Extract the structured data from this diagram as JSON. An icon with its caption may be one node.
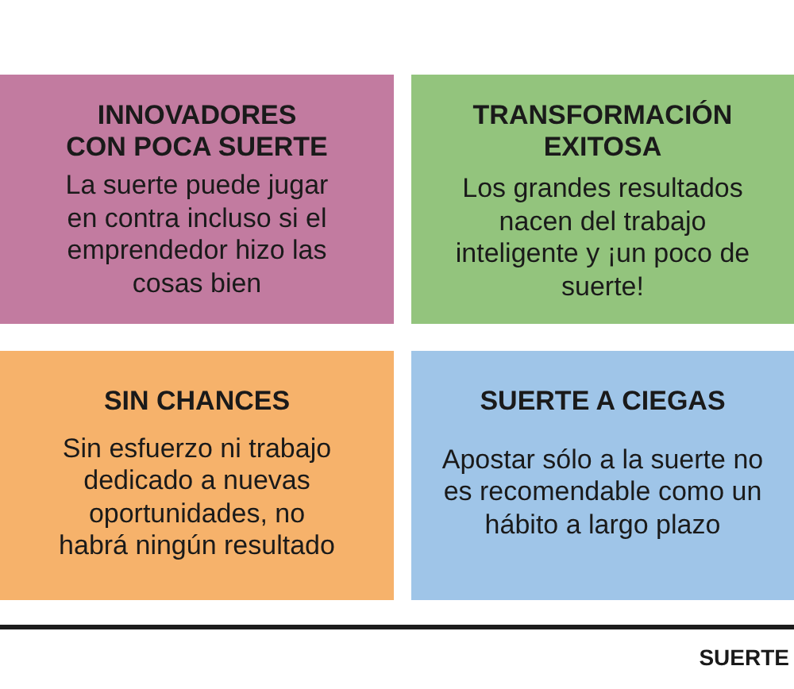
{
  "diagram": {
    "nodes": [
      {
        "text": [
          "INNOVADORES CON POCA SUERTE",
          "La suerte puede jugar en contra incluso si el emprendedor hizo las cosas bien"
        ]
      },
      {
        "text": [
          "TRANSFORMACIÓN EXITOSA",
          "Los grandes resultados nacen del trabajo inteligente y ¡un poco de suerte!"
        ]
      },
      {
        "text": [
          "SIN CHANCES",
          "Sin esfuerzo ni trabajo dedicado a nuevas oportunidades, no habrá ningún resultado"
        ]
      },
      {
        "text": [
          "SUERTE A CIEGAS",
          "Apostar sólo a la suerte no es recomendable como un hábito a largo plazo"
        ]
      }
    ],
    "labels": [
      "SUERTE"
    ]
  }
}
